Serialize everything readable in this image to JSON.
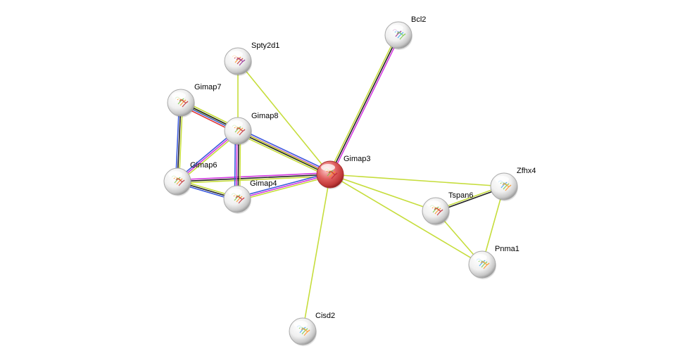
{
  "network": {
    "colors": {
      "textmining": "#c6dd3c",
      "coexpression": "#222222",
      "experimental": "#d238e0",
      "database": "#3c5adc",
      "fusion": "#e03c3c",
      "query_node": "#e04848",
      "node": "#dcdcdc"
    },
    "nodes": [
      {
        "id": "Gimap3",
        "label": "Gimap3",
        "query": true,
        "icon": "protein-structure-icon"
      },
      {
        "id": "Bcl2",
        "label": "Bcl2",
        "query": false,
        "icon": "protein-structure-icon"
      },
      {
        "id": "Spty2d1",
        "label": "Spty2d1",
        "query": false,
        "icon": "protein-structure-icon"
      },
      {
        "id": "Gimap7",
        "label": "Gimap7",
        "query": false,
        "icon": "protein-structure-icon"
      },
      {
        "id": "Gimap8",
        "label": "Gimap8",
        "query": false,
        "icon": "protein-structure-icon"
      },
      {
        "id": "Gimap6",
        "label": "Gimap6",
        "query": false,
        "icon": "protein-structure-icon"
      },
      {
        "id": "Gimap4",
        "label": "Gimap4",
        "query": false,
        "icon": "protein-structure-icon"
      },
      {
        "id": "Zfhx4",
        "label": "Zfhx4",
        "query": false,
        "icon": "protein-structure-icon"
      },
      {
        "id": "Tspan6",
        "label": "Tspan6",
        "query": false,
        "icon": "protein-structure-icon"
      },
      {
        "id": "Pnma1",
        "label": "Pnma1",
        "query": false,
        "icon": "protein-structure-icon"
      },
      {
        "id": "Cisd2",
        "label": "Cisd2",
        "query": false,
        "icon": "protein-structure-icon"
      }
    ],
    "edges": [
      {
        "source": "Gimap3",
        "target": "Bcl2",
        "types": [
          "textmining",
          "coexpression",
          "experimental"
        ]
      },
      {
        "source": "Gimap3",
        "target": "Spty2d1",
        "types": [
          "textmining"
        ]
      },
      {
        "source": "Gimap3",
        "target": "Gimap8",
        "types": [
          "textmining",
          "coexpression",
          "experimental",
          "database"
        ]
      },
      {
        "source": "Gimap3",
        "target": "Gimap7",
        "types": [
          "textmining"
        ]
      },
      {
        "source": "Gimap3",
        "target": "Gimap6",
        "types": [
          "textmining",
          "coexpression",
          "experimental"
        ]
      },
      {
        "source": "Gimap3",
        "target": "Gimap4",
        "types": [
          "textmining",
          "experimental",
          "database"
        ]
      },
      {
        "source": "Gimap3",
        "target": "Zfhx4",
        "types": [
          "textmining"
        ]
      },
      {
        "source": "Gimap3",
        "target": "Tspan6",
        "types": [
          "textmining"
        ]
      },
      {
        "source": "Gimap3",
        "target": "Pnma1",
        "types": [
          "textmining"
        ]
      },
      {
        "source": "Gimap3",
        "target": "Cisd2",
        "types": [
          "textmining"
        ]
      },
      {
        "source": "Spty2d1",
        "target": "Gimap8",
        "types": [
          "textmining"
        ]
      },
      {
        "source": "Gimap7",
        "target": "Gimap8",
        "types": [
          "textmining",
          "coexpression",
          "database",
          "fusion"
        ]
      },
      {
        "source": "Gimap7",
        "target": "Gimap6",
        "types": [
          "textmining",
          "coexpression",
          "database"
        ]
      },
      {
        "source": "Gimap8",
        "target": "Gimap6",
        "types": [
          "textmining",
          "experimental",
          "database"
        ]
      },
      {
        "source": "Gimap8",
        "target": "Gimap4",
        "types": [
          "textmining",
          "coexpression",
          "experimental",
          "database"
        ]
      },
      {
        "source": "Gimap6",
        "target": "Gimap4",
        "types": [
          "textmining",
          "coexpression",
          "database"
        ]
      },
      {
        "source": "Tspan6",
        "target": "Zfhx4",
        "types": [
          "textmining",
          "coexpression"
        ]
      },
      {
        "source": "Tspan6",
        "target": "Pnma1",
        "types": [
          "textmining"
        ]
      },
      {
        "source": "Zfhx4",
        "target": "Pnma1",
        "types": [
          "textmining"
        ]
      }
    ]
  }
}
